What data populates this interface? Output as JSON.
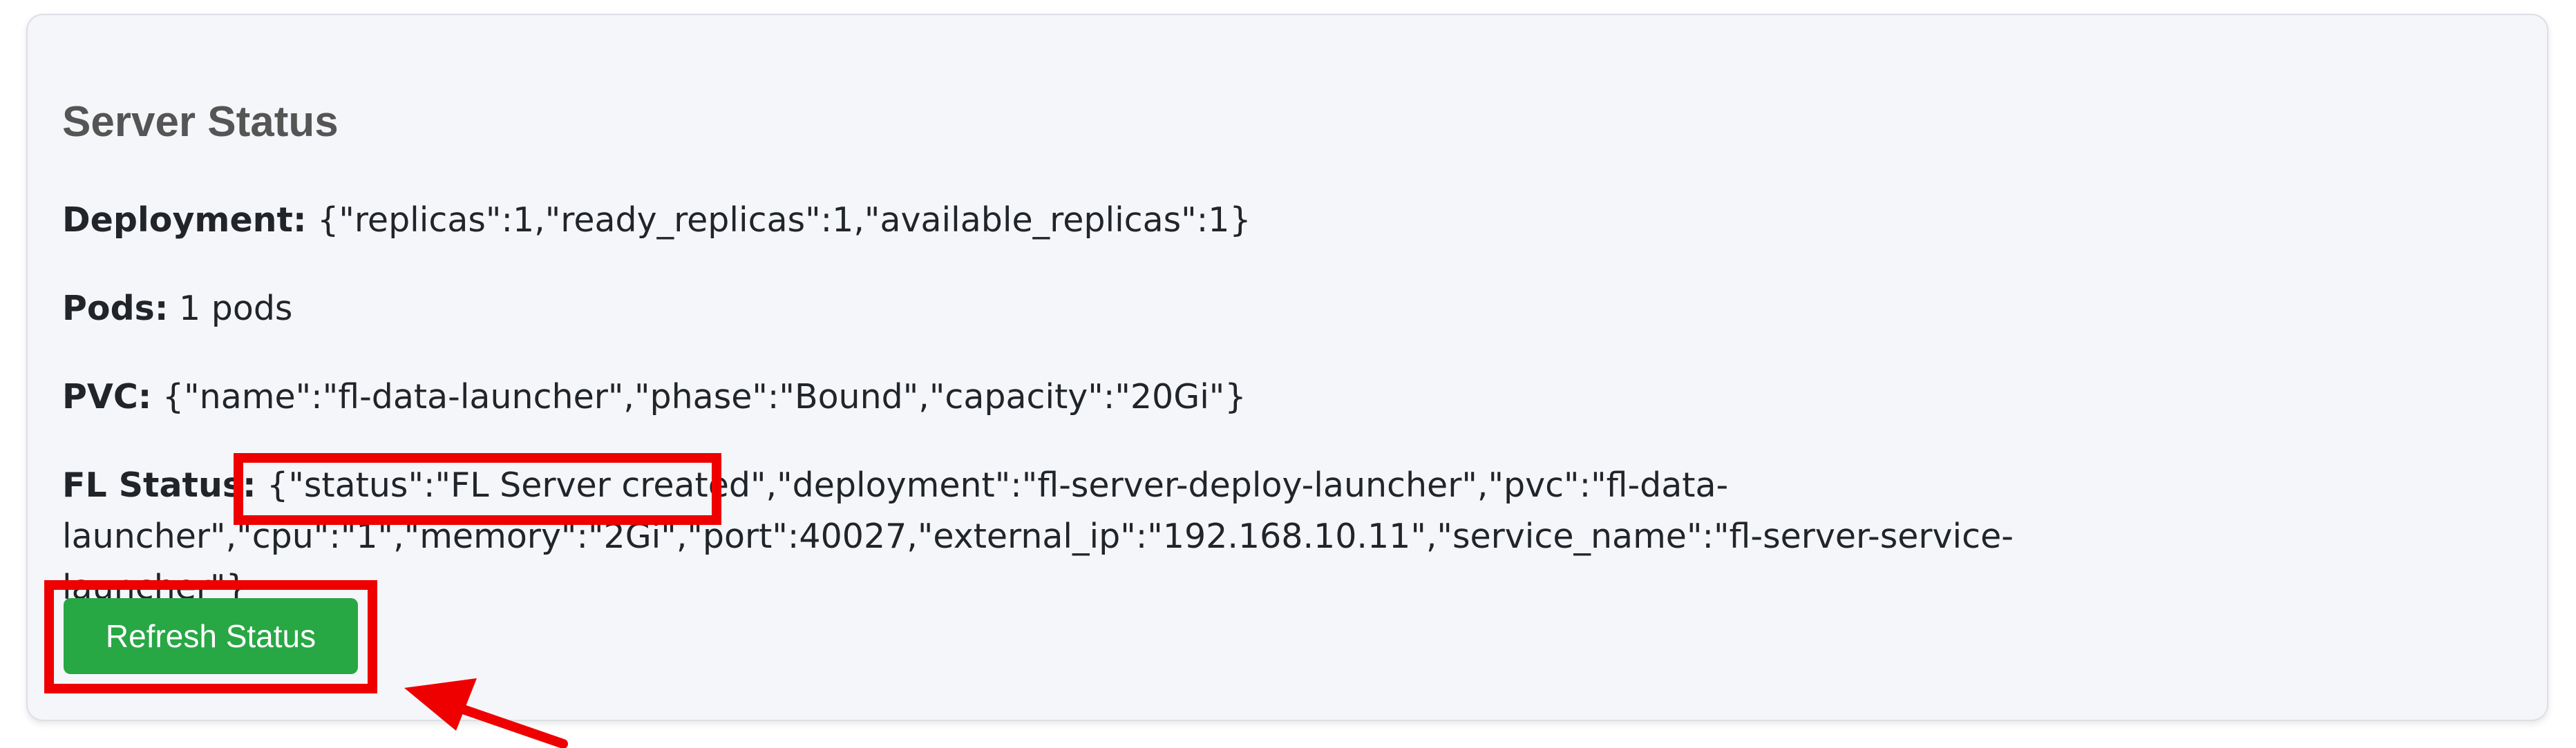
{
  "panel": {
    "title": "Server Status",
    "deployment": {
      "label": "Deployment:",
      "value": " {\"replicas\":1,\"ready_replicas\":1,\"available_replicas\":1}"
    },
    "pods": {
      "label": "Pods:",
      "value": " 1 pods"
    },
    "pvc": {
      "label": "PVC:",
      "value": " {\"name\":\"fl-data-launcher\",\"phase\":\"Bound\",\"capacity\":\"20Gi\"}"
    },
    "fl_status": {
      "label": "FL Status:",
      "value": " {\"status\":\"FL Server created\",\"deployment\":\"fl-server-deploy-launcher\",\"pvc\":\"fl-data-launcher\",\"cpu\":\"1\",\"memory\":\"2Gi\",\"port\":40027,\"external_ip\":\"192.168.10.11\",\"service_name\":\"fl-server-service-launcher\"}"
    },
    "refresh_button_label": "Refresh Status"
  },
  "colors": {
    "panel_background": "#f5f6f9",
    "button_green": "#28a745",
    "annotation_red": "#ee0000"
  }
}
